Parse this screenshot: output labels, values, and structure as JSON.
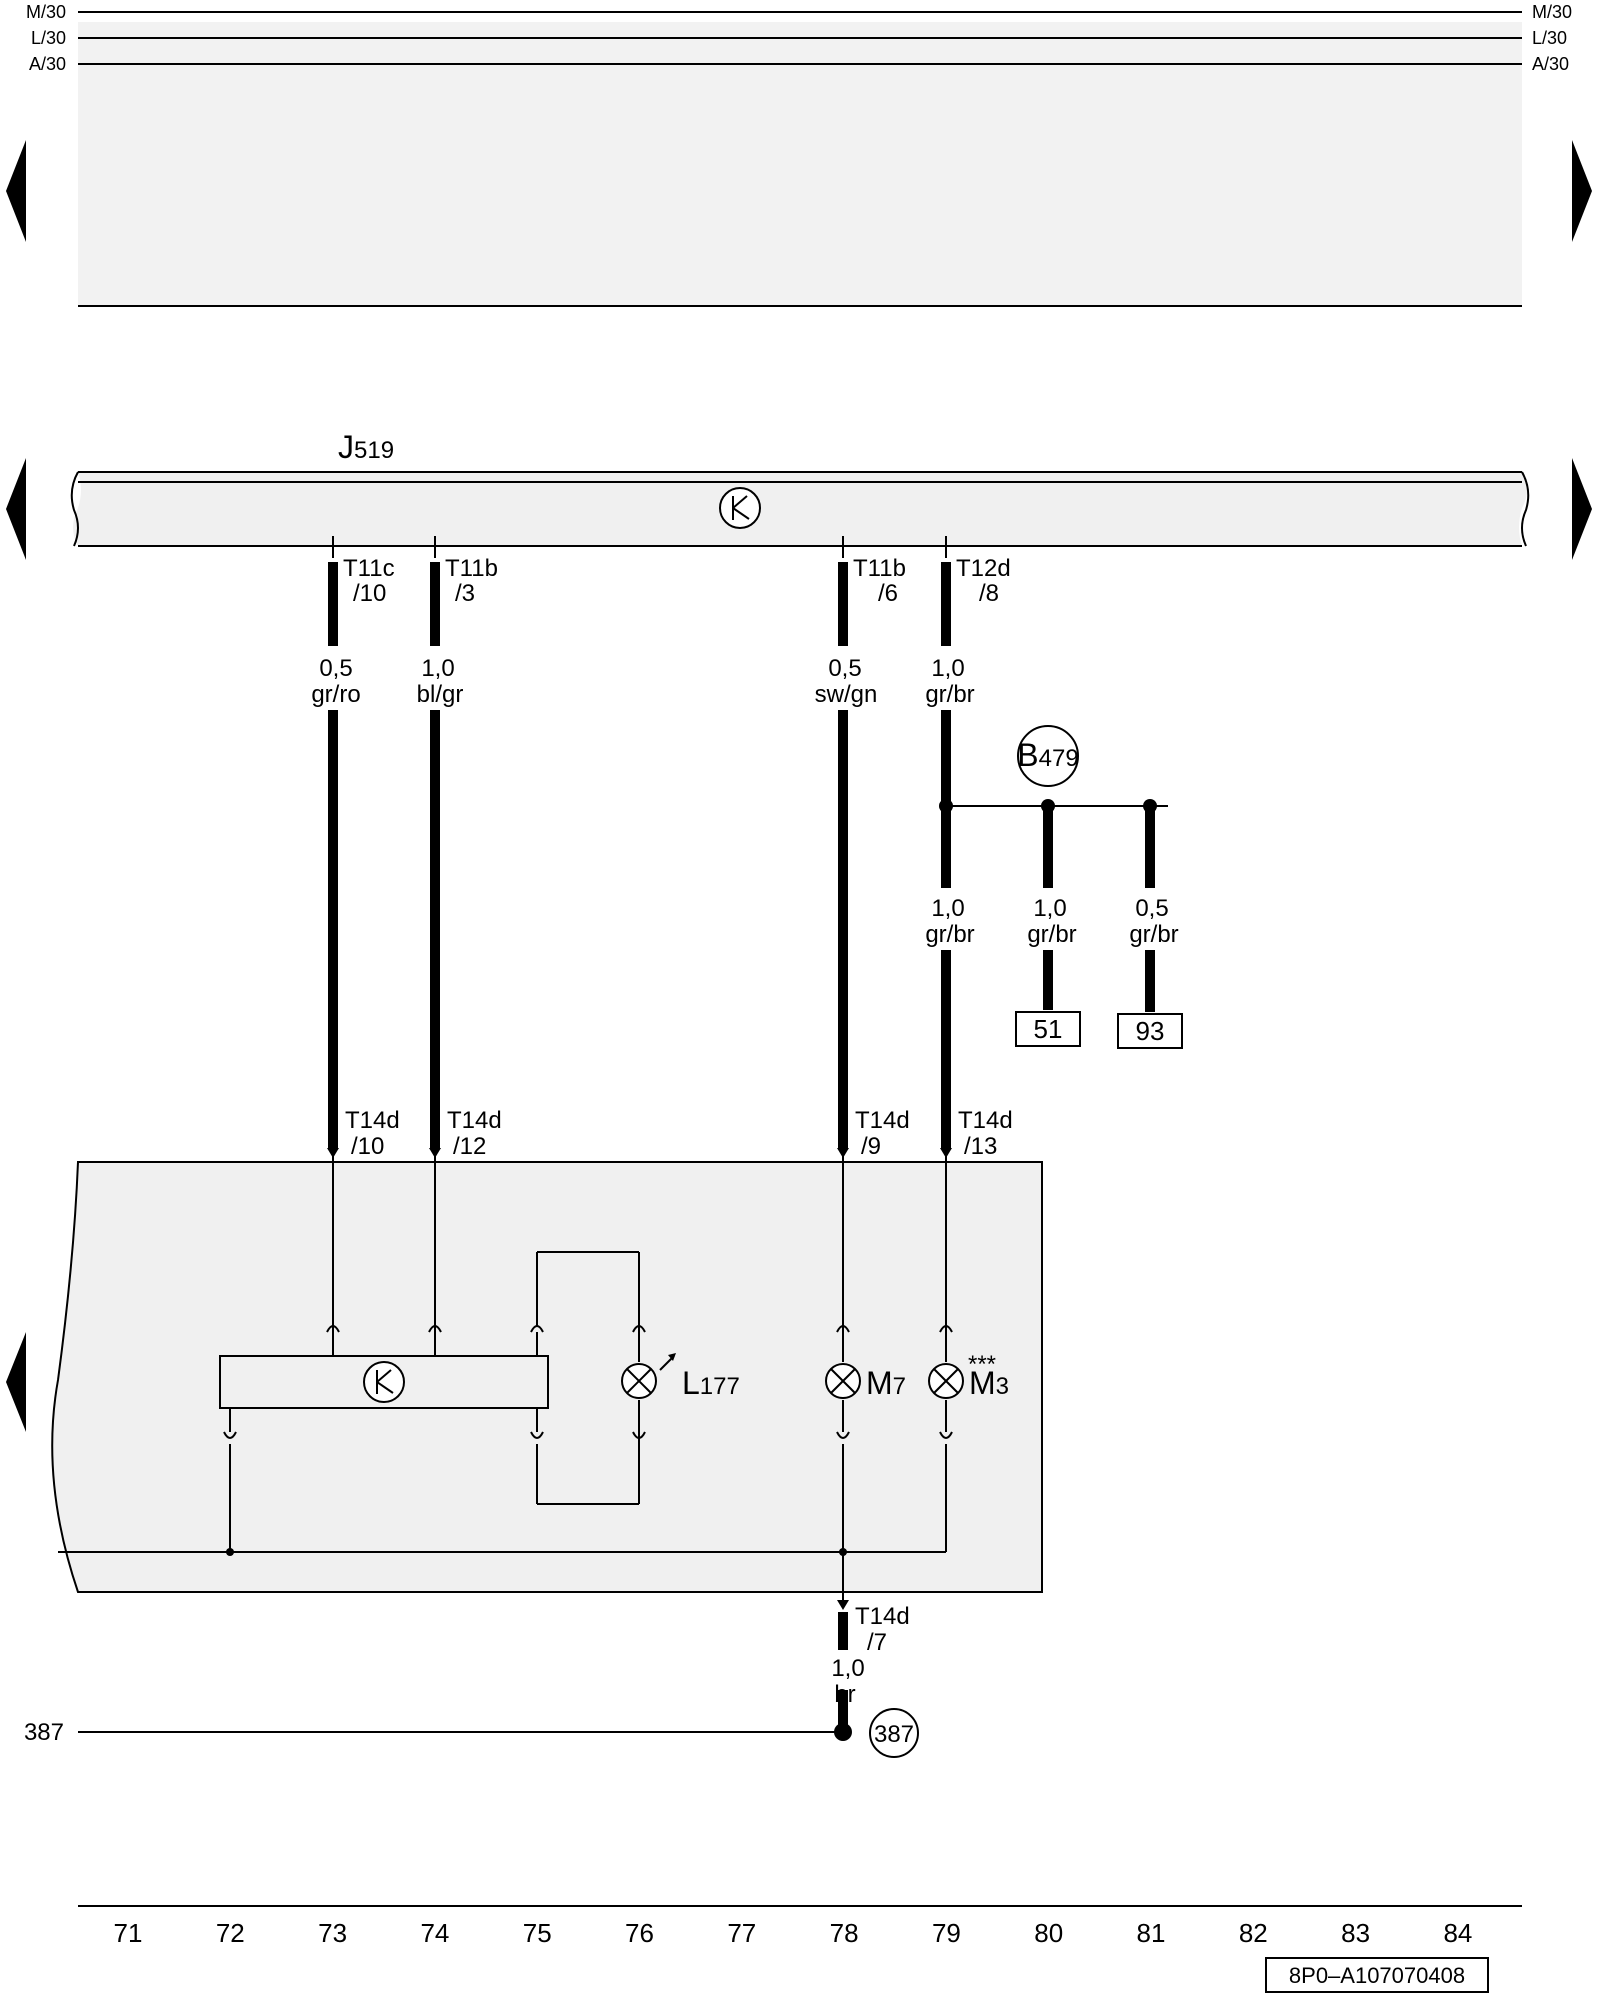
{
  "rails": {
    "left": [
      "M/30",
      "L/30",
      "A/30"
    ],
    "right": [
      "M/30",
      "L/30",
      "A/30"
    ]
  },
  "control_unit": {
    "prefix": "J",
    "num": "519"
  },
  "wires_top": [
    {
      "pin_a": "T11c",
      "pin_b": "/10",
      "size": "0,5",
      "color": "gr/ro"
    },
    {
      "pin_a": "T11b",
      "pin_b": "/3",
      "size": "1,0",
      "color": "bl/gr"
    },
    {
      "pin_a": "T11b",
      "pin_b": "/6",
      "size": "0,5",
      "color": "sw/gn"
    },
    {
      "pin_a": "T12d",
      "pin_b": "/8",
      "size": "1,0",
      "color": "gr/br"
    }
  ],
  "splice": {
    "prefix": "B",
    "num": "479"
  },
  "splice_branches": [
    {
      "size": "1,0",
      "color": "gr/br",
      "ref": ""
    },
    {
      "size": "1,0",
      "color": "gr/br",
      "ref": "51"
    },
    {
      "size": "0,5",
      "color": "gr/br",
      "ref": "93"
    }
  ],
  "wires_bottom": [
    {
      "pin_a": "T14d",
      "pin_b": "/10"
    },
    {
      "pin_a": "T14d",
      "pin_b": "/12"
    },
    {
      "pin_a": "T14d",
      "pin_b": "/9"
    },
    {
      "pin_a": "T14d",
      "pin_b": "/13"
    }
  ],
  "bulbs": {
    "l177": {
      "prefix": "L",
      "num": "177"
    },
    "m7": {
      "prefix": "M",
      "num": "7"
    },
    "m3": {
      "prefix": "M",
      "num": "3",
      "note": "***"
    }
  },
  "ground_wire": {
    "pin_a": "T14d",
    "pin_b": "/7",
    "size": "1,0",
    "color": "br"
  },
  "ground": {
    "left_label": "387",
    "circle_label": "387"
  },
  "grid_numbers": [
    "71",
    "72",
    "73",
    "74",
    "75",
    "76",
    "77",
    "78",
    "79",
    "80",
    "81",
    "82",
    "83",
    "84"
  ],
  "diagram_code": "8P0–A107070408"
}
